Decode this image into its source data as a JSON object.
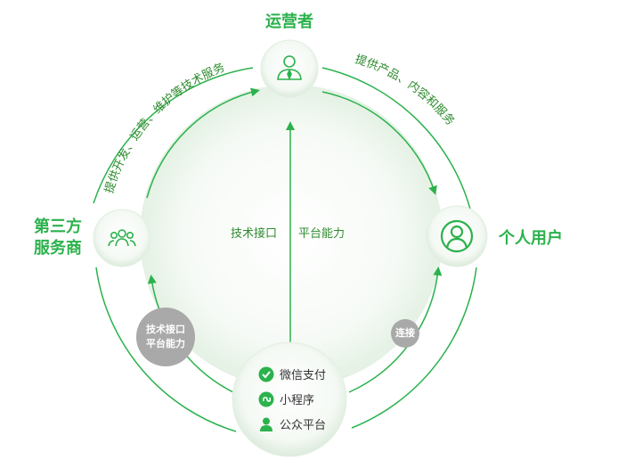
{
  "nodes": {
    "operator": {
      "label": "运营者",
      "icon": "person-tie-icon"
    },
    "user": {
      "label": "个人用户",
      "icon": "user-circle-icon"
    },
    "third_party": {
      "label_line1": "第三方",
      "label_line2": "服务商",
      "icon": "group-icon"
    }
  },
  "arcs": {
    "operator_to_user": "提供产品、内容和服务",
    "third_party_to_operator": "提供开发、运营、维护等技术服务"
  },
  "center": {
    "left": "技术接口",
    "right": "平台能力"
  },
  "badges": {
    "third_party": {
      "line1": "技术接口",
      "line2": "平台能力"
    },
    "user": {
      "label": "连接"
    }
  },
  "hub": {
    "items": [
      {
        "label": "微信支付",
        "icon": "wechat-pay-icon"
      },
      {
        "label": "小程序",
        "icon": "mini-program-icon"
      },
      {
        "label": "公众平台",
        "icon": "official-account-icon"
      }
    ]
  },
  "colors": {
    "accent": "#2bb24c",
    "badge_gray": "#a9a9a9"
  }
}
